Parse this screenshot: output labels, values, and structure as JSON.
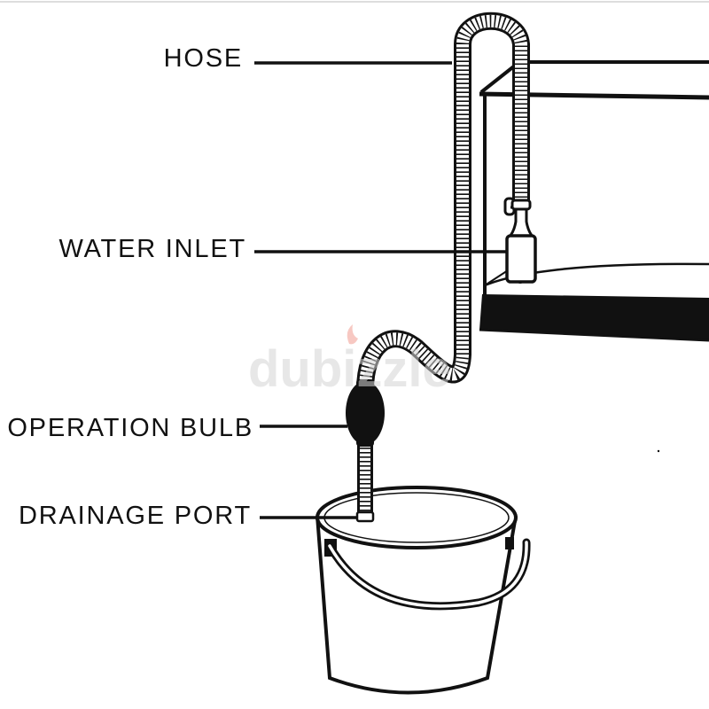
{
  "callouts": {
    "hose": "HOSE",
    "water_inlet": "WATER INLET",
    "operation_bulb": "OPERATION BULB",
    "drainage_port": "DRAINAGE PORT"
  },
  "watermark": {
    "text": "dubizzle"
  },
  "colors": {
    "ink": "#111111",
    "paper": "#ffffff",
    "watermark": "#d4d4d4",
    "watermark_accent": "#e8614f"
  }
}
